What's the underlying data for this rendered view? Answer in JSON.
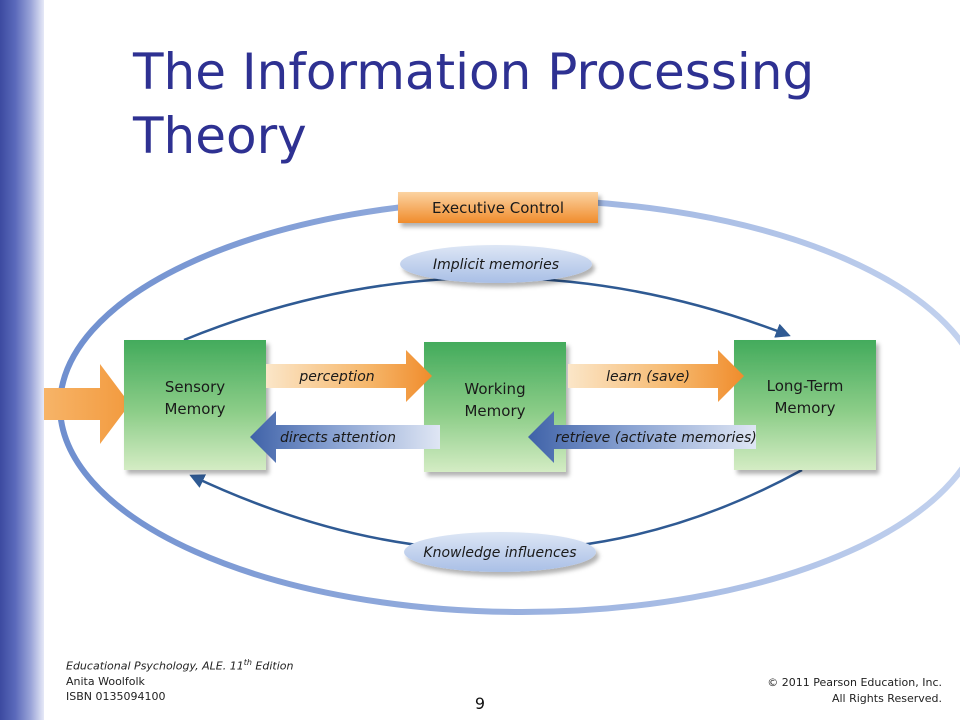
{
  "slide": {
    "title_line1": "The Information Processing",
    "title_line2": "Theory",
    "page_number": "9"
  },
  "diagram": {
    "executive_control": "Executive Control",
    "implicit_memories": "Implicit memories",
    "knowledge_influences": "Knowledge influences",
    "boxes": {
      "sensory": [
        "Sensory",
        "Memory"
      ],
      "working": [
        "Working",
        "Memory"
      ],
      "longterm": [
        "Long-Term",
        "Memory"
      ]
    },
    "arrows": {
      "perception": "perception",
      "learn": "learn (save)",
      "directs_attention": "directs attention",
      "retrieve": "retrieve (activate memories)"
    },
    "colors": {
      "title": "#2e3192",
      "box_green": "#4caf62",
      "arrow_orange": "#f29a3e",
      "arrow_blue": "#3f62a8",
      "ellipse_blue": "#7f9fd6"
    }
  },
  "footer": {
    "book": "Educational Psychology, ALE. 11",
    "book_sup": "th",
    "book_edition": " Edition",
    "author": "Anita Woolfolk",
    "isbn": "ISBN 0135094100",
    "copyright": "© 2011 Pearson Education, Inc.",
    "rights": "All Rights Reserved."
  }
}
